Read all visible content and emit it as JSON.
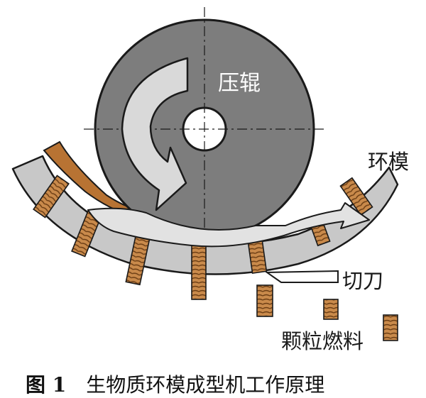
{
  "labels": {
    "roller": "压辊",
    "ring_die": "环模",
    "cutter": "切刀",
    "pellets": "颗粒燃料"
  },
  "caption": {
    "number": "图 1",
    "text": "生物质环模成型机工作原理"
  },
  "colors": {
    "roller": "#7d7d7d",
    "ring_die": "#c8c8c8",
    "feed": "#b87333",
    "pellet": "#c98a4b",
    "arrow": "#d9d9d9",
    "outline": "#1a1a1a"
  }
}
